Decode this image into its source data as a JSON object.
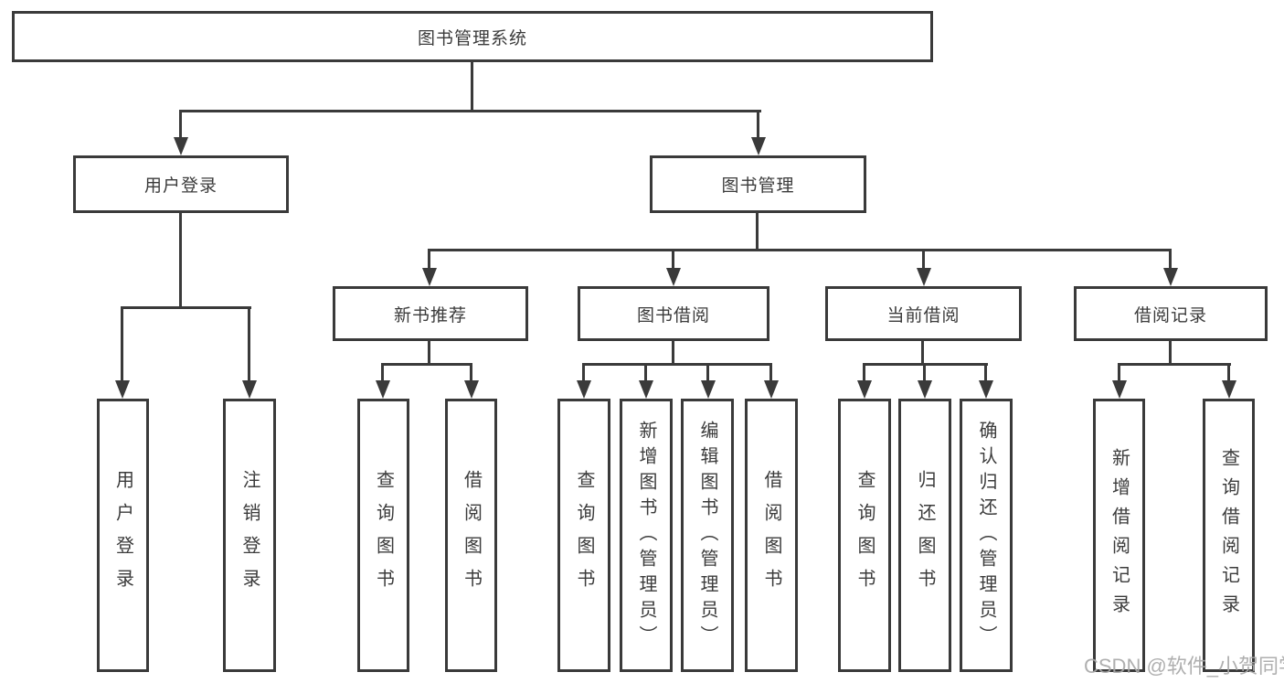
{
  "diagram": {
    "root_label": "图书管理系统",
    "branches": [
      {
        "label": "用户登录",
        "children": [
          {
            "label": "用户登录"
          },
          {
            "label": "注销登录"
          }
        ]
      },
      {
        "label": "图书管理",
        "children": [
          {
            "label": "新书推荐",
            "children": [
              {
                "label": "查询图书"
              },
              {
                "label": "借阅图书"
              }
            ]
          },
          {
            "label": "图书借阅",
            "children": [
              {
                "label": "查询图书"
              },
              {
                "label": "新增图书（管理员）"
              },
              {
                "label": "编辑图书（管理员）"
              },
              {
                "label": "借阅图书"
              }
            ]
          },
          {
            "label": "当前借阅",
            "children": [
              {
                "label": "查询图书"
              },
              {
                "label": "归还图书"
              },
              {
                "label": "确认归还（管理员）"
              }
            ]
          },
          {
            "label": "借阅记录",
            "children": [
              {
                "label": "新增借阅记录"
              },
              {
                "label": "查询借阅记录"
              }
            ]
          }
        ]
      }
    ]
  },
  "watermark": {
    "text": "CSDN @软件_小贺同学"
  },
  "colors": {
    "line": "#3a3a3a",
    "text": "#3b3b3b",
    "background": "#ffffff",
    "watermark": "#a8a8a8"
  }
}
